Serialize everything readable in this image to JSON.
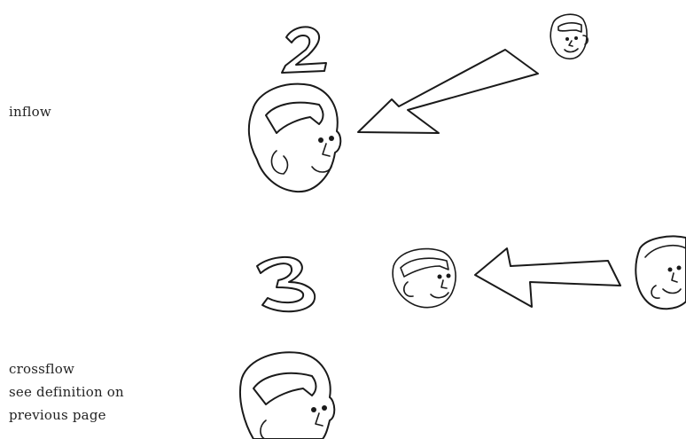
{
  "labels": {
    "inflow": "inflow",
    "crossflow": "crossflow",
    "see_definition": "see definition on",
    "previous_page": "previous page"
  },
  "figures": {
    "step_two": "2",
    "step_three": "3"
  },
  "colors": {
    "ink": "#1a1a1a",
    "text": "#222222",
    "background": "#ffffff"
  }
}
